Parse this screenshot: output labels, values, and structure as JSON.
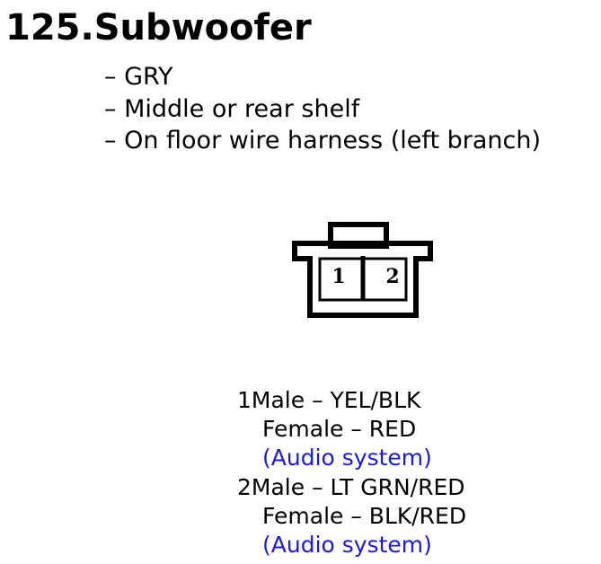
{
  "title": "125.Subwoofer",
  "details": [
    "– GRY",
    "– Middle or rear shelf",
    "– On floor wire harness (left branch)"
  ],
  "connector": {
    "pin_labels": [
      "1",
      "2"
    ]
  },
  "pins": [
    {
      "number": "1",
      "male_label": "Male – YEL/BLK",
      "female_label": "Female – RED",
      "system_label": "(Audio system)"
    },
    {
      "number": "2",
      "male_label": "Male – LT GRN/RED",
      "female_label": "Female – BLK/RED",
      "system_label": "(Audio system)"
    }
  ],
  "colors": {
    "text": "#000000",
    "system_text": "#1a1adf",
    "background": "#ffffff"
  }
}
